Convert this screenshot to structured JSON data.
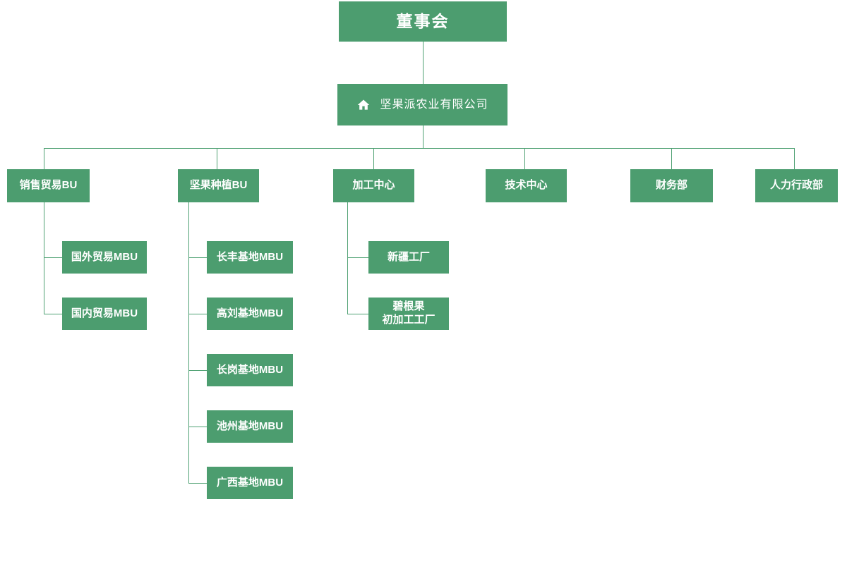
{
  "theme": {
    "node_fill": "#4C9D6F",
    "connector_color": "#4FA173",
    "node_text_color": "#FFFFFF",
    "background": "#FFFFFF"
  },
  "chart_data": {
    "type": "org-chart",
    "root": {
      "label": "董事会"
    },
    "company": {
      "label": "坚果派农业有限公司",
      "icon": "home-icon"
    },
    "departments": [
      {
        "label": "销售贸易BU",
        "children": [
          {
            "label": "国外贸易MBU"
          },
          {
            "label": "国内贸易MBU"
          }
        ]
      },
      {
        "label": "坚果种植BU",
        "children": [
          {
            "label": "长丰基地MBU"
          },
          {
            "label": "高刘基地MBU"
          },
          {
            "label": "长岗基地MBU"
          },
          {
            "label": "池州基地MBU"
          },
          {
            "label": "广西基地MBU"
          }
        ]
      },
      {
        "label": "加工中心",
        "children": [
          {
            "label": "新疆工厂"
          },
          {
            "label": "碧根果\n初加工工厂"
          }
        ]
      },
      {
        "label": "技术中心",
        "children": []
      },
      {
        "label": "财务部",
        "children": []
      },
      {
        "label": "人力行政部",
        "children": []
      }
    ]
  }
}
